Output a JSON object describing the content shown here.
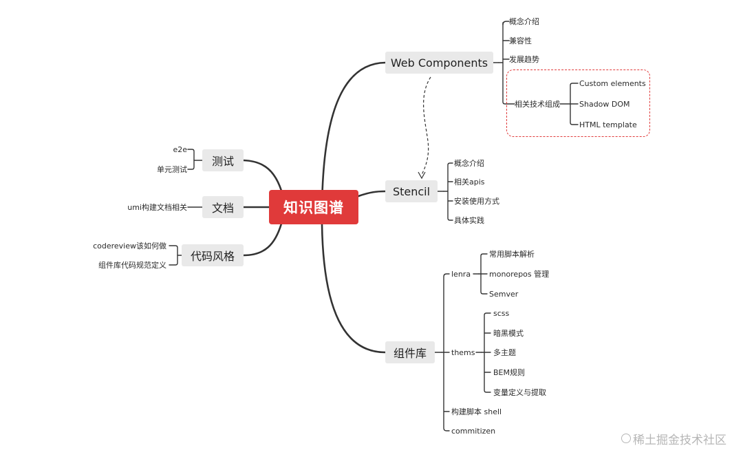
{
  "root": {
    "label": "知识图谱"
  },
  "branches": {
    "web_components": {
      "label": "Web Components",
      "children": [
        "概念介绍",
        "兼容性",
        "发展趋势"
      ],
      "tech": {
        "label": "相关技术组成",
        "children": [
          "Custom elements",
          "Shadow DOM",
          "HTML template"
        ]
      }
    },
    "stencil": {
      "label": "Stencil",
      "children": [
        "概念介绍",
        "相关apis",
        "安装使用方式",
        "具体实践"
      ]
    },
    "components": {
      "label": "组件库",
      "lenra": {
        "label": "lenra",
        "children": [
          "常用脚本解析",
          "monorepos 管理",
          "Semver"
        ]
      },
      "thems": {
        "label": "thems",
        "children": [
          "scss",
          "暗黑模式",
          "多主题",
          "BEM规则",
          "变量定义与提取"
        ]
      },
      "shell": "构建脚本 shell",
      "commitizen": "commitizen"
    },
    "test": {
      "label": "测试",
      "children": [
        "e2e",
        "单元测试"
      ]
    },
    "docs": {
      "label": "文档",
      "children": [
        "umi构建文档相关"
      ]
    },
    "style": {
      "label": "代码风格",
      "children": [
        "codereview该如何做",
        "组件库代码规范定义"
      ]
    }
  },
  "watermark": {
    "text": "稀土掘金技术社区",
    "icon": "at-icon"
  },
  "colors": {
    "root_bg": "#e03a3a",
    "node_bg": "#e9e9e9",
    "line": "#333333",
    "dash": "#e03a3a"
  }
}
